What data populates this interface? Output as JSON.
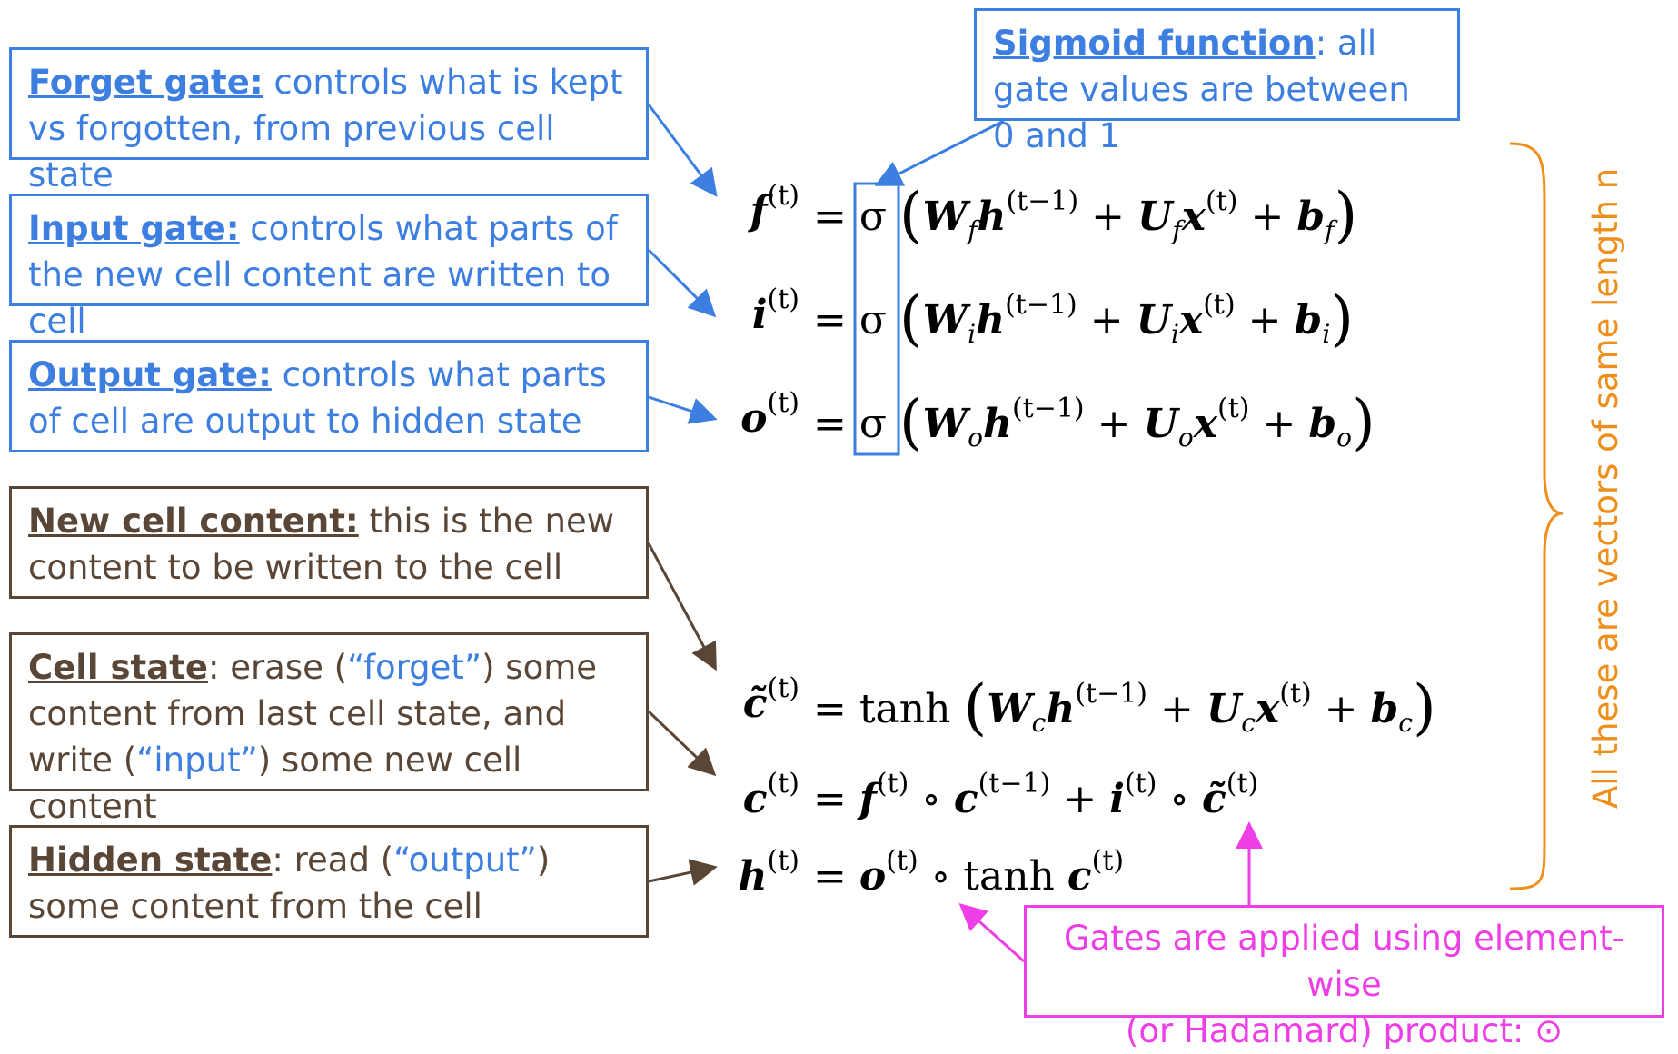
{
  "annotations": {
    "forget": {
      "head": "Forget gate:",
      "text": " controls what is kept vs forgotten, from previous cell state"
    },
    "input": {
      "head": "Input gate:",
      "text": " controls what parts of the new cell content are written to cell"
    },
    "output": {
      "head": "Output gate:",
      "text": " controls what parts of cell are output to hidden state"
    },
    "newcell": {
      "head": "New cell content:",
      "text": " this is the new content to be written to the cell"
    },
    "cellstate": {
      "head": "Cell state",
      "t1": ": erase (",
      "q1": "“forget”",
      "t2": ") some content from last cell state, and write (",
      "q2": "“input”",
      "t3": ") some new cell content"
    },
    "hidden": {
      "head": "Hidden state",
      "t1": ": read (",
      "q1": "“output”",
      "t2": ") some content from the cell"
    },
    "sigmoid": {
      "head": "Sigmoid function",
      "text": ": all gate values are between 0 and 1"
    },
    "hadamard": {
      "line1": "Gates are applied using element-wise",
      "line2": "(or Hadamard) product: ⊙"
    },
    "vectors": "All these are vectors of same length n"
  },
  "equations": {
    "f": {
      "lhs": "f",
      "sup": "(t)",
      "W": "W",
      "sub": "f",
      "U": "U",
      "b": "b"
    },
    "i": {
      "lhs": "i",
      "sup": "(t)",
      "W": "W",
      "sub": "i",
      "U": "U",
      "b": "b"
    },
    "o": {
      "lhs": "o",
      "sup": "(t)",
      "W": "W",
      "sub": "o",
      "U": "U",
      "b": "b"
    },
    "c_tilde": {
      "lhs": "c̃",
      "sub": "c",
      "fn": "tanh"
    },
    "c": {
      "lhs": "c"
    },
    "h": {
      "lhs": "h",
      "fn": "tanh"
    },
    "sigma": "σ",
    "h_prev_sup": "(t−1)",
    "t_sup": "(t)",
    "equals": "=",
    "plus": "+",
    "circ": "∘"
  },
  "colors": {
    "blue": "#3d7fe0",
    "brown": "#5a4636",
    "pink": "#ee3ee6",
    "orange": "#ee8f1c"
  }
}
